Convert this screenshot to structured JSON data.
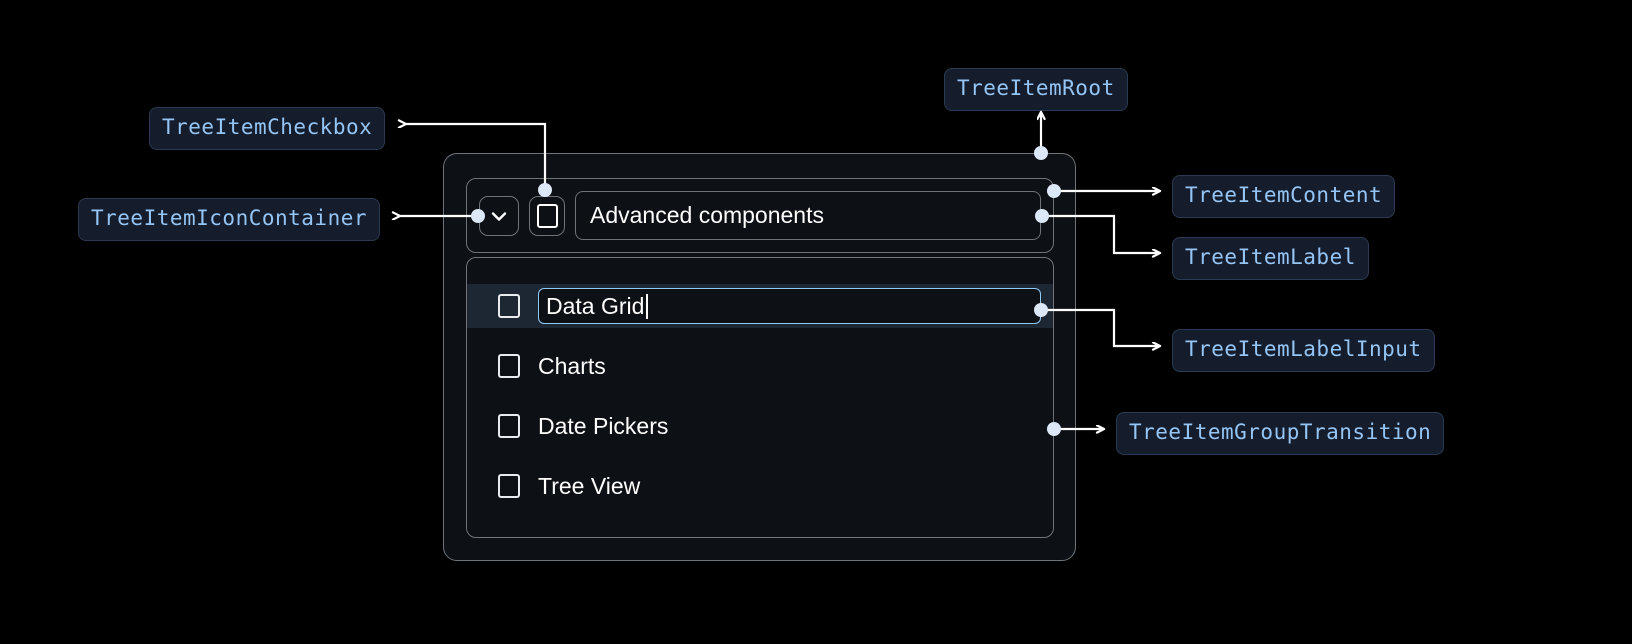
{
  "background": "#000000",
  "accent_blue": "#94c5f5",
  "focus_border": "#90caf9",
  "annotations": [
    {
      "id": "checkbox",
      "label": "TreeItemCheckbox"
    },
    {
      "id": "icon_container",
      "label": "TreeItemIconContainer"
    },
    {
      "id": "root",
      "label": "TreeItemRoot"
    },
    {
      "id": "content",
      "label": "TreeItemContent"
    },
    {
      "id": "label",
      "label": "TreeItemLabel"
    },
    {
      "id": "label_input",
      "label": "TreeItemLabelInput"
    },
    {
      "id": "group_transition",
      "label": "TreeItemGroupTransition"
    }
  ],
  "tree": {
    "root_item": {
      "expand_icon": "chevron-down-icon",
      "checkbox_state": "unchecked",
      "label": "Advanced components"
    },
    "children": [
      {
        "label": "Data Grid",
        "checkbox_state": "unchecked",
        "editing": true,
        "selected": true
      },
      {
        "label": "Charts",
        "checkbox_state": "unchecked",
        "editing": false,
        "selected": false
      },
      {
        "label": "Date Pickers",
        "checkbox_state": "unchecked",
        "editing": false,
        "selected": false
      },
      {
        "label": "Tree View",
        "checkbox_state": "unchecked",
        "editing": false,
        "selected": false
      }
    ]
  }
}
